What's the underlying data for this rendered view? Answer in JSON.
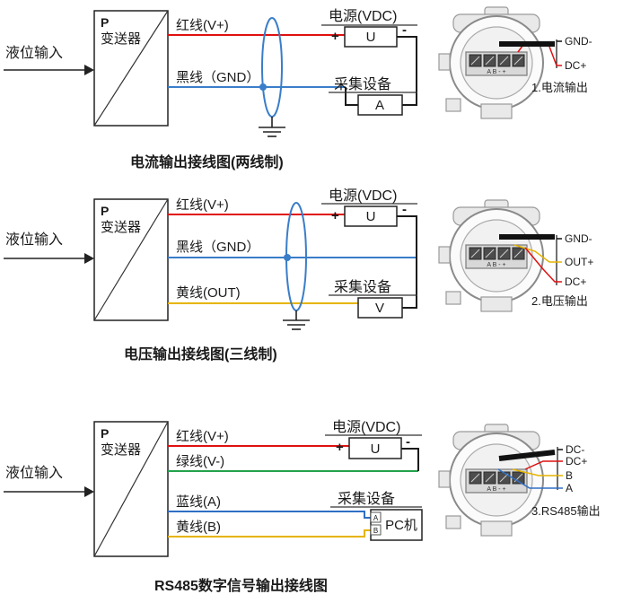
{
  "colors": {
    "red": "#e01010",
    "gnd_blue": "#3a7dc9",
    "yellow": "#e6b400",
    "green": "#22a24b",
    "blue": "#2f6fc4",
    "shield": "#3a7dc9"
  },
  "sections": [
    {
      "input_label": "液位输入",
      "device_p": "P",
      "device_name": "变送器",
      "wire_red": "红线(V+)",
      "wire_gnd": "黑线（GND）",
      "power_label": "电源(VDC)",
      "power_unit": "U",
      "plus": "+",
      "minus": "-",
      "collector_label": "采集设备",
      "collector_unit": "A",
      "caption": "电流输出接线图(两线制)",
      "terminal": {
        "pins": "A B - +",
        "labels": [
          "GND-",
          "DC+"
        ],
        "caption": "1.电流输出"
      }
    },
    {
      "input_label": "液位输入",
      "device_p": "P",
      "device_name": "变送器",
      "wire_red": "红线(V+)",
      "wire_gnd": "黑线（GND）",
      "wire_out": "黄线(OUT)",
      "power_label": "电源(VDC)",
      "power_unit": "U",
      "plus": "+",
      "minus": "-",
      "collector_label": "采集设备",
      "collector_unit": "V",
      "caption": "电压输出接线图(三线制)",
      "terminal": {
        "pins": "A B - +",
        "labels": [
          "GND-",
          "OUT+",
          "DC+"
        ],
        "caption": "2.电压输出"
      }
    },
    {
      "input_label": "液位输入",
      "device_p": "P",
      "device_name": "变送器",
      "wire_red": "红线(V+)",
      "wire_green": "绿线(V-)",
      "wire_blue": "蓝线(A)",
      "wire_yellow": "黄线(B)",
      "power_label": "电源(VDC)",
      "power_unit": "U",
      "plus": "+",
      "minus": "-",
      "collector_label": "采集设备",
      "collector_unit": "PC机",
      "port_a": "A",
      "port_b": "B",
      "caption": "RS485数字信号输出接线图",
      "terminal": {
        "pins": "A B - +",
        "labels": [
          "DC-",
          "DC+",
          "B",
          "A"
        ],
        "caption": "3.RS485输出"
      }
    }
  ]
}
